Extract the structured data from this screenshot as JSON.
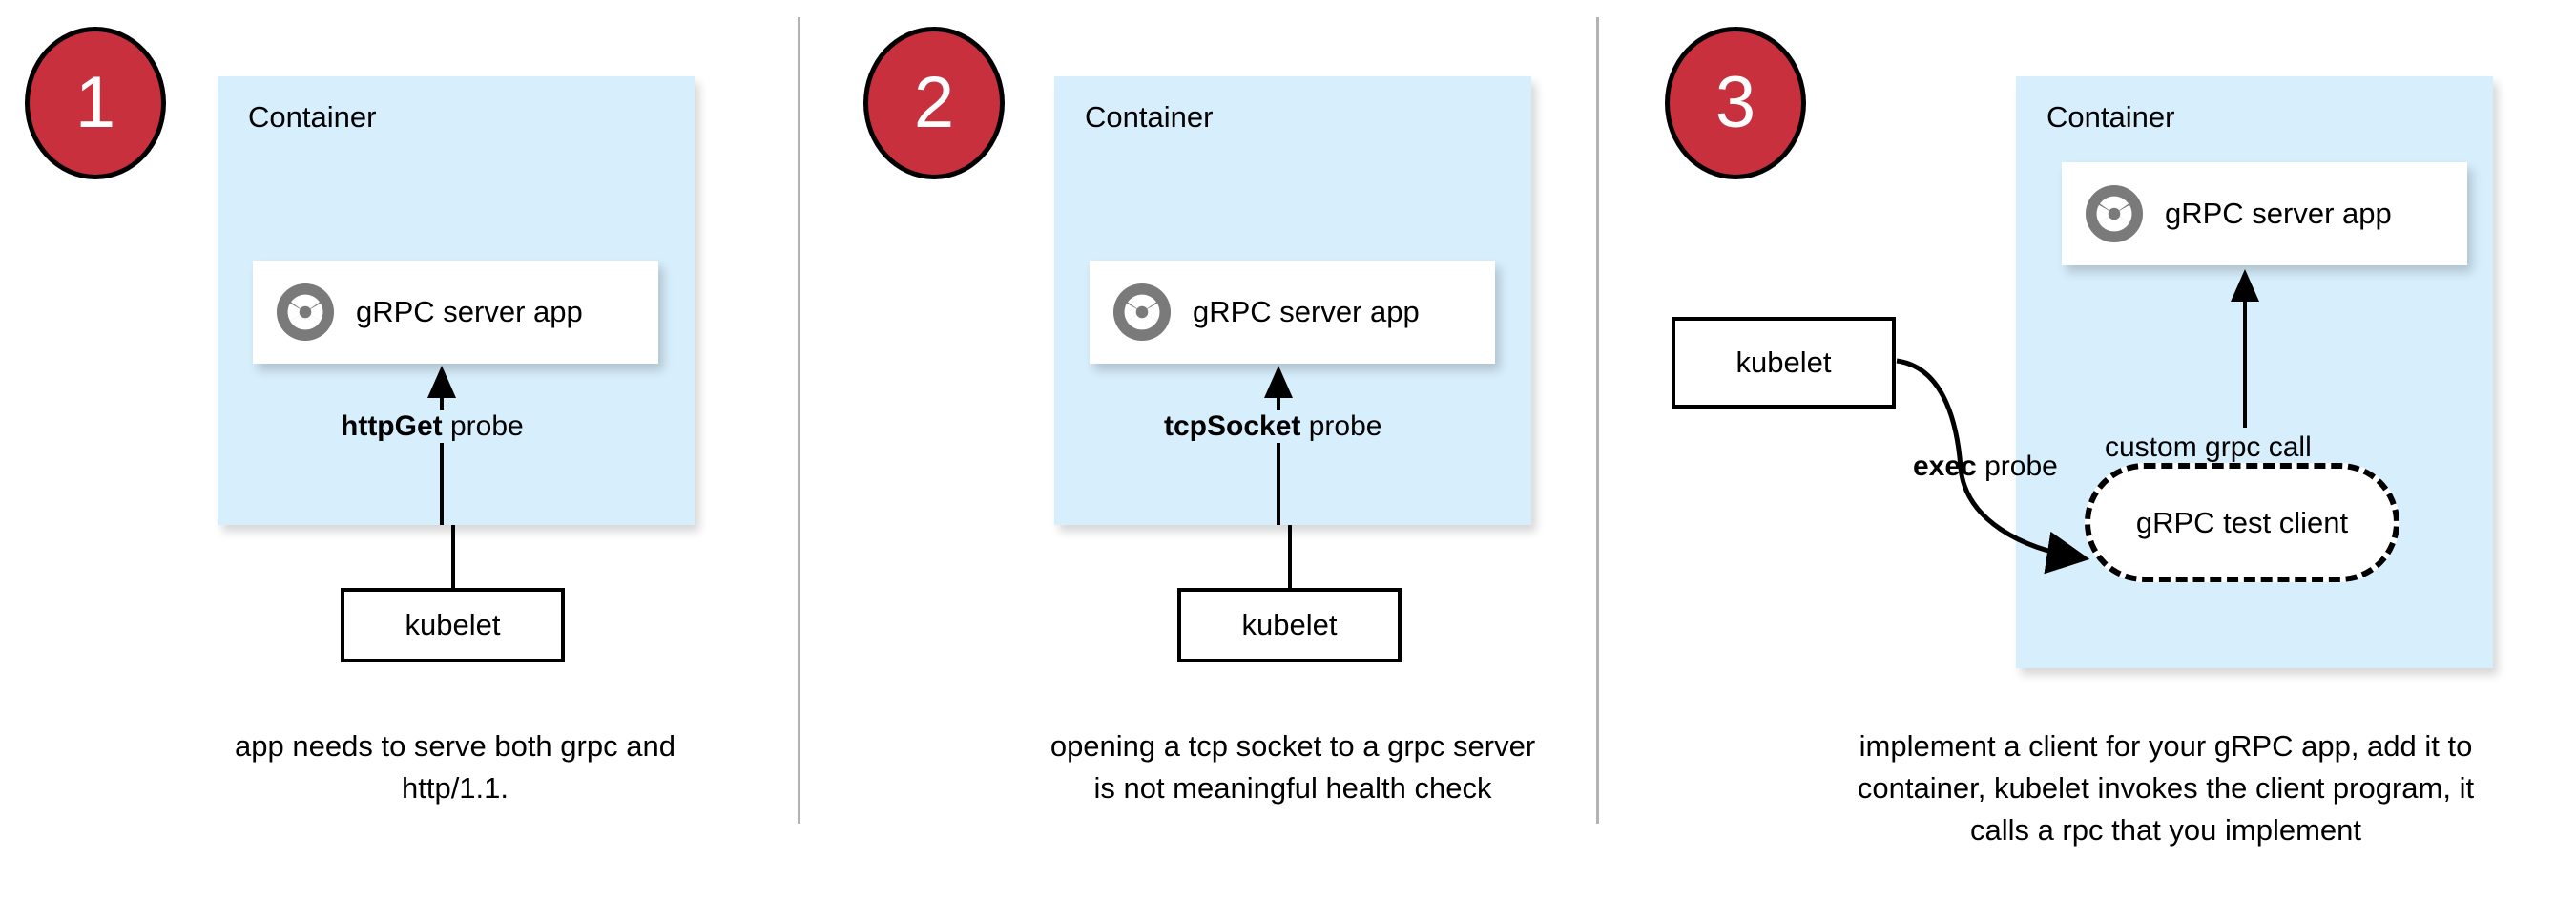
{
  "theme": {
    "badge_fill": "#c9303e",
    "badge_border": "#000000",
    "badge_text": "#ffffff",
    "container_fill": "#d7eefc",
    "card_fill": "#ffffff",
    "stroke": "#000000",
    "divider": "#b3b3b3",
    "grpc_icon_color": "#7a7a7a"
  },
  "panels": [
    {
      "badge": "1",
      "container_label": "Container",
      "app_label": "gRPC server app",
      "app_icon": "grpc-logo-icon",
      "probe_bold": "httpGet",
      "probe_rest": " probe",
      "kubelet_label": "kubelet",
      "caption": "app needs to serve both grpc and http/1.1."
    },
    {
      "badge": "2",
      "container_label": "Container",
      "app_label": "gRPC server app",
      "app_icon": "grpc-logo-icon",
      "probe_bold": "tcpSocket",
      "probe_rest": " probe",
      "kubelet_label": "kubelet",
      "caption": "opening a tcp socket to a grpc server is not meaningful health check"
    },
    {
      "badge": "3",
      "container_label": "Container",
      "app_label": "gRPC server app",
      "app_icon": "grpc-logo-icon",
      "probe_bold": "exec",
      "probe_rest": " probe",
      "kubelet_label": "kubelet",
      "test_client_label": "gRPC test client",
      "custom_call_label": "custom grpc call",
      "caption": "implement a client for your gRPC app, add it to container, kubelet invokes the client program, it calls a rpc that you implement"
    }
  ]
}
